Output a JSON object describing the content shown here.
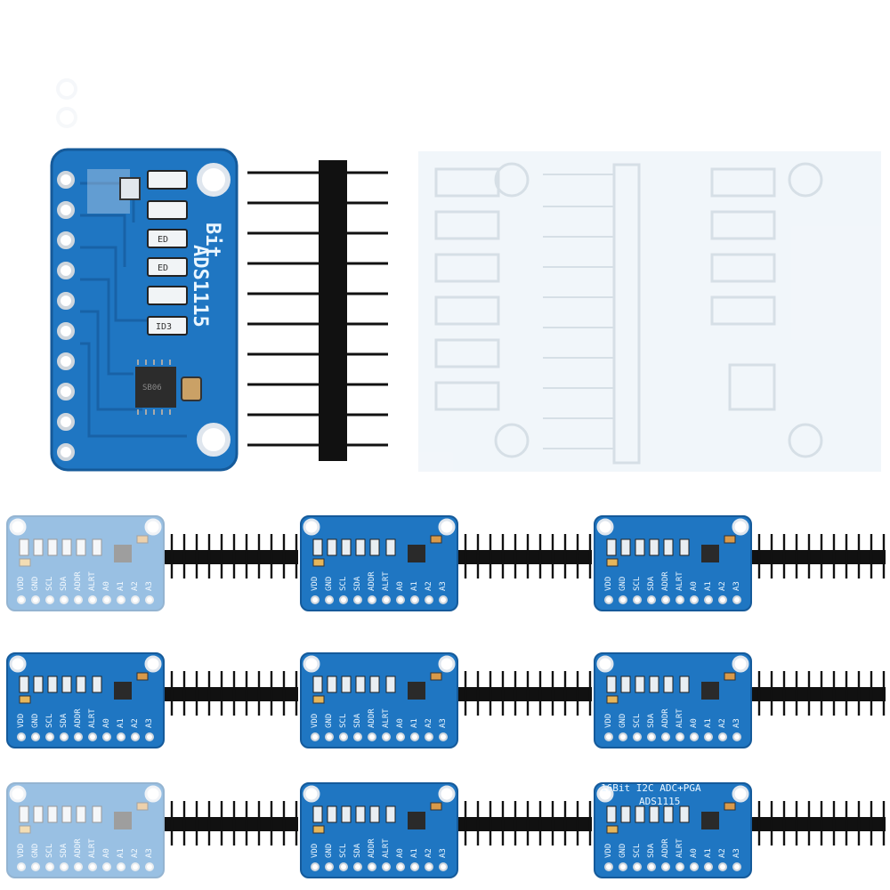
{
  "board": {
    "chip_name": "ADS1115",
    "bits_label": "Bit",
    "header_label": "16Bit I2C ADC+PGA",
    "part_label_1": "ED",
    "part_label_2": "ED",
    "part_label_3": "ID3",
    "chip_mark": "SB06",
    "pin_labels": [
      "VDD",
      "GND",
      "SCL",
      "SDA",
      "ADDR",
      "ALRT",
      "A0",
      "A1",
      "A2",
      "A3"
    ],
    "pin_count": 10
  },
  "colors": {
    "pcb": "#1f76c2",
    "pcb_dark": "#155a9a",
    "pad": "#d7dde3",
    "pin_header": "#111111",
    "background": "#ffffff"
  },
  "layout_grid": {
    "rows": 3,
    "columns": 3
  }
}
